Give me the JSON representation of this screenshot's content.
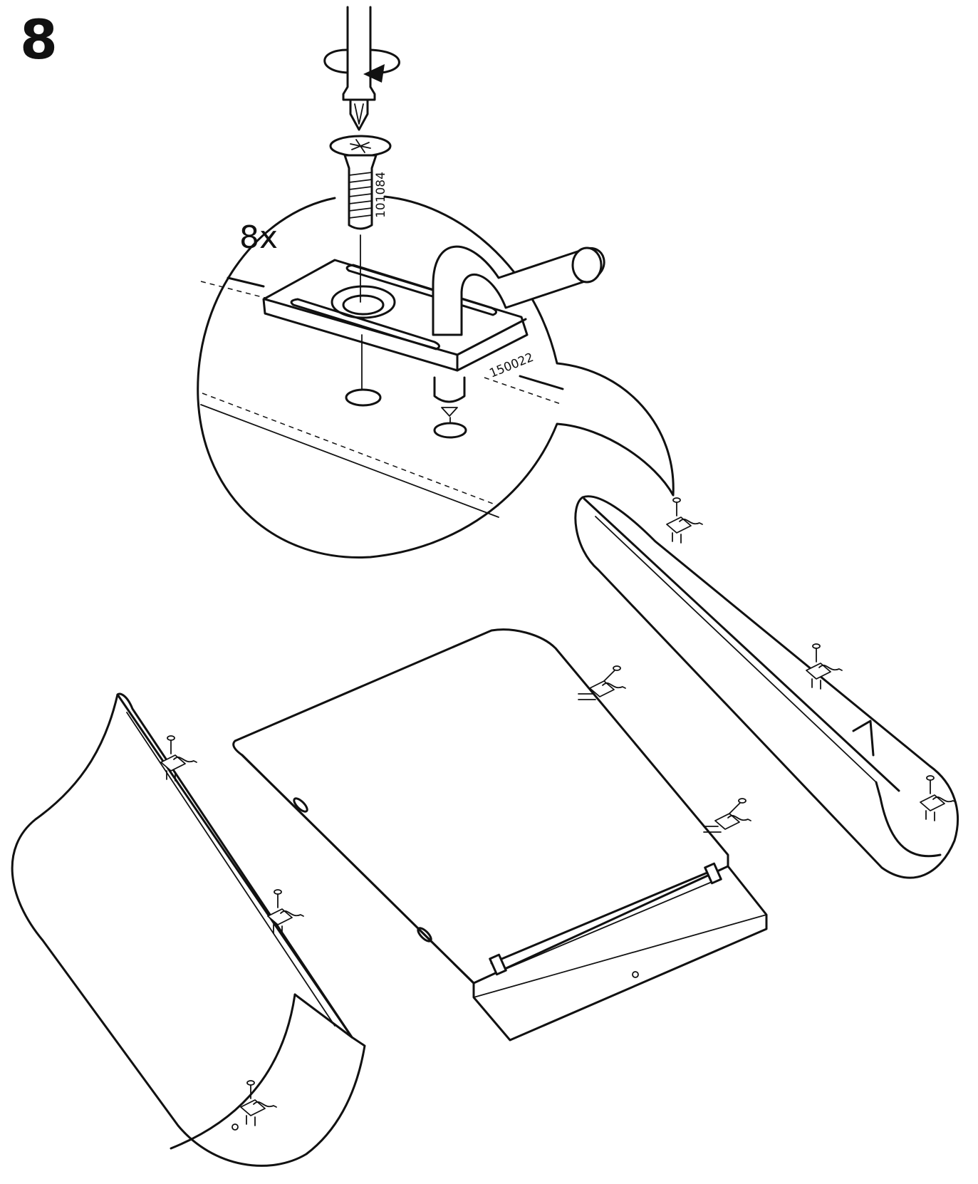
{
  "step": {
    "number": "8"
  },
  "detail": {
    "quantity": "8x",
    "screw_part_number": "101084",
    "bracket_part_number": "150022"
  },
  "icons": {
    "screwdriver": "screwdriver-icon",
    "rotation": "clockwise-rotation-arrow-icon",
    "screw": "screw-icon",
    "bracket": "hook-bracket-icon"
  }
}
